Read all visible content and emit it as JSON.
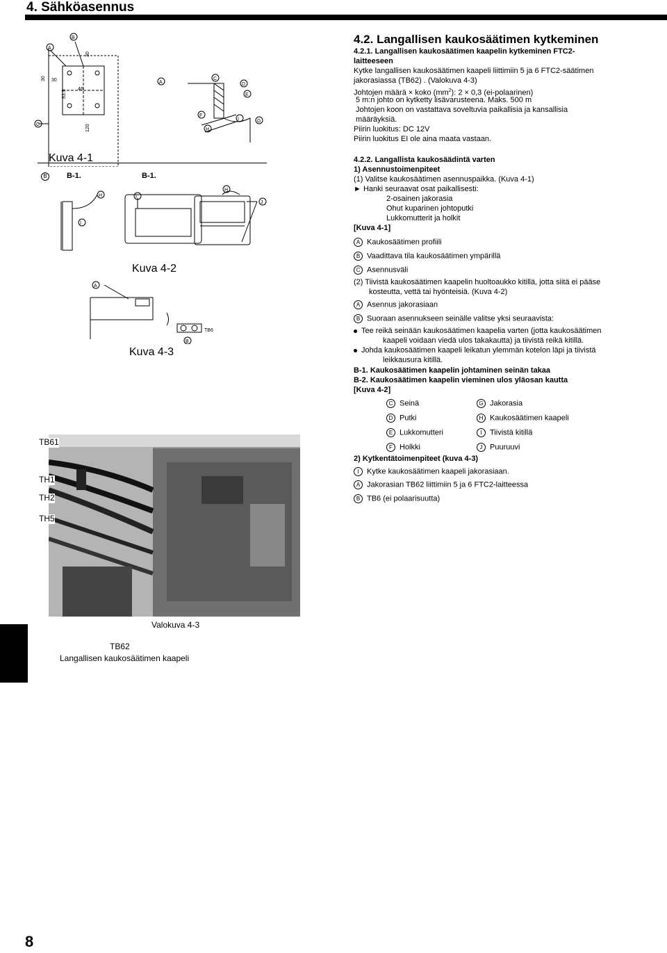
{
  "header": {
    "title": "4. Sähköasennus"
  },
  "figures": {
    "kuva41": "Kuva 4-1",
    "kuva42": "Kuva 4-2",
    "kuva43": "Kuva 4-3",
    "b1_left": "B-1.",
    "b1_right": "B-1.",
    "valokuva": "Valokuva 4-3",
    "tb62": "TB62",
    "cable": "Langallisen kaukosäätimen kaapeli",
    "photo_labels": [
      "TB61",
      "TH1",
      "TH2",
      "TH5"
    ],
    "dims": {
      "d30a": "30",
      "d30b": "30",
      "d30c": "30",
      "d46": "46",
      "d835": "83.5",
      "d120": "120"
    },
    "tb6": "TB6",
    "letters": {
      "A": "A",
      "B": "B",
      "C": "C",
      "D": "D",
      "E": "E",
      "F": "F",
      "G": "G",
      "H": "H",
      "I": "I",
      "J": "J"
    }
  },
  "content": {
    "s42": "4.2. Langallisen kaukosäätimen kytkeminen",
    "s421a": "4.2.1.  Langallisen kaukosäätimen kaapelin kytkeminen FTC2-",
    "s421b": "laitteeseen",
    "p1": "Kytke langallisen kaukosäätimen kaapeli liittimiin 5 ja 6 FTC2-säätimen",
    "p2": "jakorasiassa (TB62) . (Valokuva 4-3)",
    "p3a": "Johtojen määrä × koko (mm",
    "p3sup": "2",
    "p3b": "): 2 × 0,3 (ei-polaarinen)",
    "p4": "5 m:n johto on kytketty lisävarusteena. Maks. 500 m",
    "p5": "Johtojen koon on vastattava soveltuvia paikallisia ja kansallisia",
    "p6": "määräyksiä.",
    "p7": "Piirin luokitus: DC 12V",
    "p8": "Piirin luokitus EI ole aina maata vastaan.",
    "s422": "4.2.2.  Langallista kaukosäädintä varten",
    "s1": "1)  Asennustoimenpiteet",
    "i1": "(1)  Valitse kaukosäätimen asennuspaikka. (Kuva 4-1)",
    "i2": "►  Hanki seuraavat osat paikallisesti:",
    "i3": "2-osainen jakorasia",
    "i4": "Ohut kuparinen johtoputki",
    "i5": "Lukkomutterit ja holkit",
    "k41": "[Kuva 4-1]",
    "la": "Kaukosäätimen profiili",
    "lb": "Vaadittava tila kaukosäätimen ympärillä",
    "lc": "Asennusväli",
    "i6": "(2)  Tiivistä kaukosäätimen kaapelin huoltoaukko kitillä, jotta siitä ei pääse",
    "i7": "kosteutta, vettä tai hyönteisiä. (Kuva 4-2)",
    "la2": "Asennus jakorasiaan",
    "lb2": "Suoraan asennukseen seinälle valitse yksi seuraavista:",
    "bul1a": "Tee reikä seinään kaukosäätimen kaapelia varten (jotta kaukosäätimen",
    "bul1b": "kaapeli voidaan viedä ulos takakautta) ja tiivistä reikä kitillä.",
    "bul2a": "Johda kaukosäätimen kaapeli leikatun ylemmän kotelon läpi ja tiivistä",
    "bul2b": "leikkausura kitillä.",
    "b1": "B-1.  Kaukosäätimen kaapelin johtaminen seinän takaa",
    "b2": "B-2.  Kaukosäätimen kaapelin vieminen ulos yläosan kautta",
    "k42": "[Kuva 4-2]",
    "grid": {
      "c_l": "Seinä",
      "g_l": "Jakorasia",
      "d_l": "Putki",
      "h_l": "Kaukosäätimen kaapeli",
      "e_l": "Lukkomutteri",
      "i_l": "Tiivistä kitillä",
      "f_l": "Holkki",
      "j_l": "Puuruuvi"
    },
    "s2": "2)  Kytkentätoimenpiteet (kuva 4-3)",
    "w1": "Kytke kaukosäätimen kaapeli jakorasiaan.",
    "w2": "Jakorasian TB62 liittimiin 5 ja 6 FTC2-laitteessa",
    "w3": "TB6 (ei polaarisuutta)"
  },
  "page": {
    "number": "8"
  }
}
